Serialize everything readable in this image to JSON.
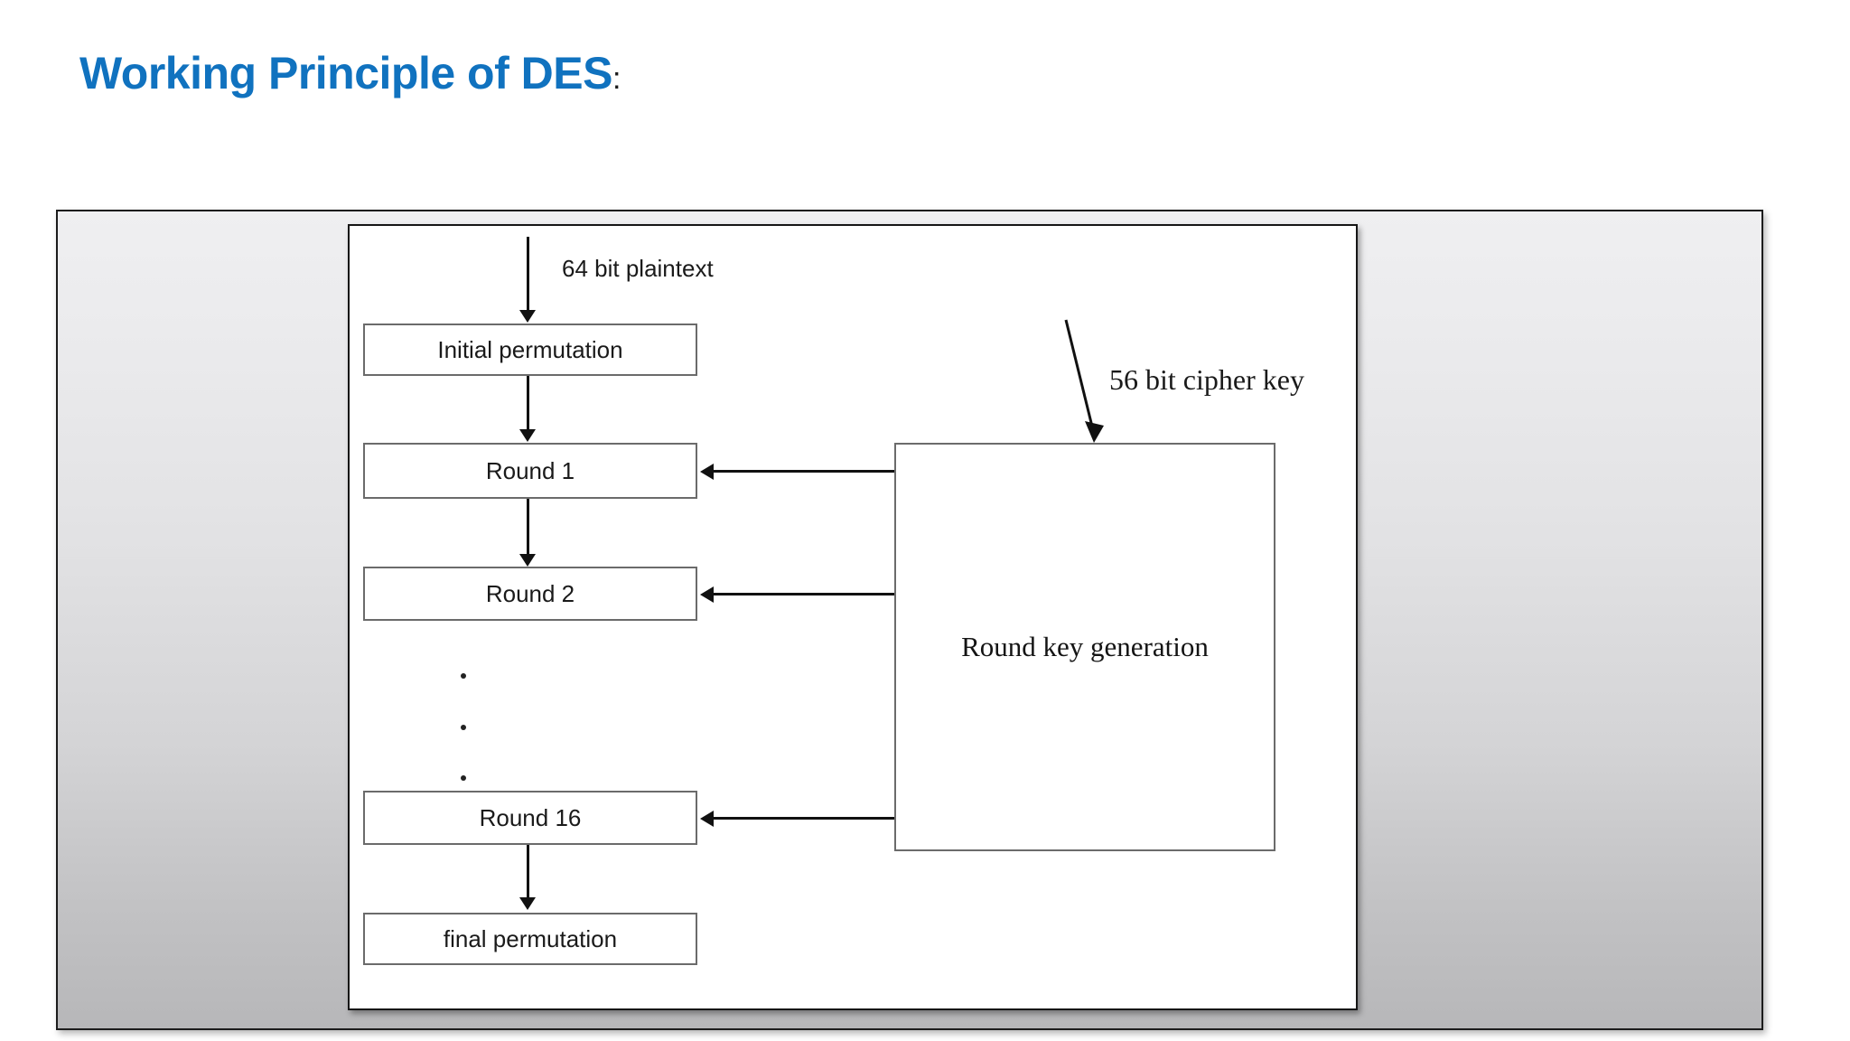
{
  "slide": {
    "title_main": "Working Principle of DES",
    "title_colon": ":"
  },
  "colors": {
    "title_blue": "#1072bf",
    "box_border": "#6b6b6b",
    "frame_border": "#1c1c1c",
    "arrow": "#111111",
    "canvas_background": "#ffffff"
  },
  "diagram": {
    "type": "flowchart",
    "title": "DES encryption block diagram",
    "annotations": [
      {
        "id": "plaintext",
        "text": "64 bit plaintext",
        "font": "sans-serif"
      },
      {
        "id": "cipherkey",
        "text": "56 bit cipher key",
        "font": "serif"
      }
    ],
    "flow_boxes": [
      {
        "id": "initial-permutation",
        "label": "Initial permutation"
      },
      {
        "id": "round-1",
        "label": "Round 1"
      },
      {
        "id": "round-2",
        "label": "Round 2"
      },
      {
        "id": "round-16",
        "label": "Round 16"
      },
      {
        "id": "final-permutation",
        "label": "final permutation"
      }
    ],
    "keygen_box": {
      "id": "round-key-generation",
      "label": "Round key generation"
    },
    "ellipsis": {
      "dots": 3,
      "meaning": "rounds 3 through 15 omitted"
    },
    "edges": [
      {
        "from": "64 bit plaintext",
        "to": "Initial permutation",
        "direction": "down"
      },
      {
        "from": "Initial permutation",
        "to": "Round 1",
        "direction": "down"
      },
      {
        "from": "Round 1",
        "to": "Round 2",
        "direction": "down"
      },
      {
        "from": "Round 16",
        "to": "final permutation",
        "direction": "down"
      },
      {
        "from": "56 bit cipher key",
        "to": "Round key generation",
        "direction": "down"
      },
      {
        "from": "Round key generation",
        "to": "Round 1",
        "direction": "left"
      },
      {
        "from": "Round key generation",
        "to": "Round 2",
        "direction": "left"
      },
      {
        "from": "Round key generation",
        "to": "Round 16",
        "direction": "left"
      }
    ]
  }
}
